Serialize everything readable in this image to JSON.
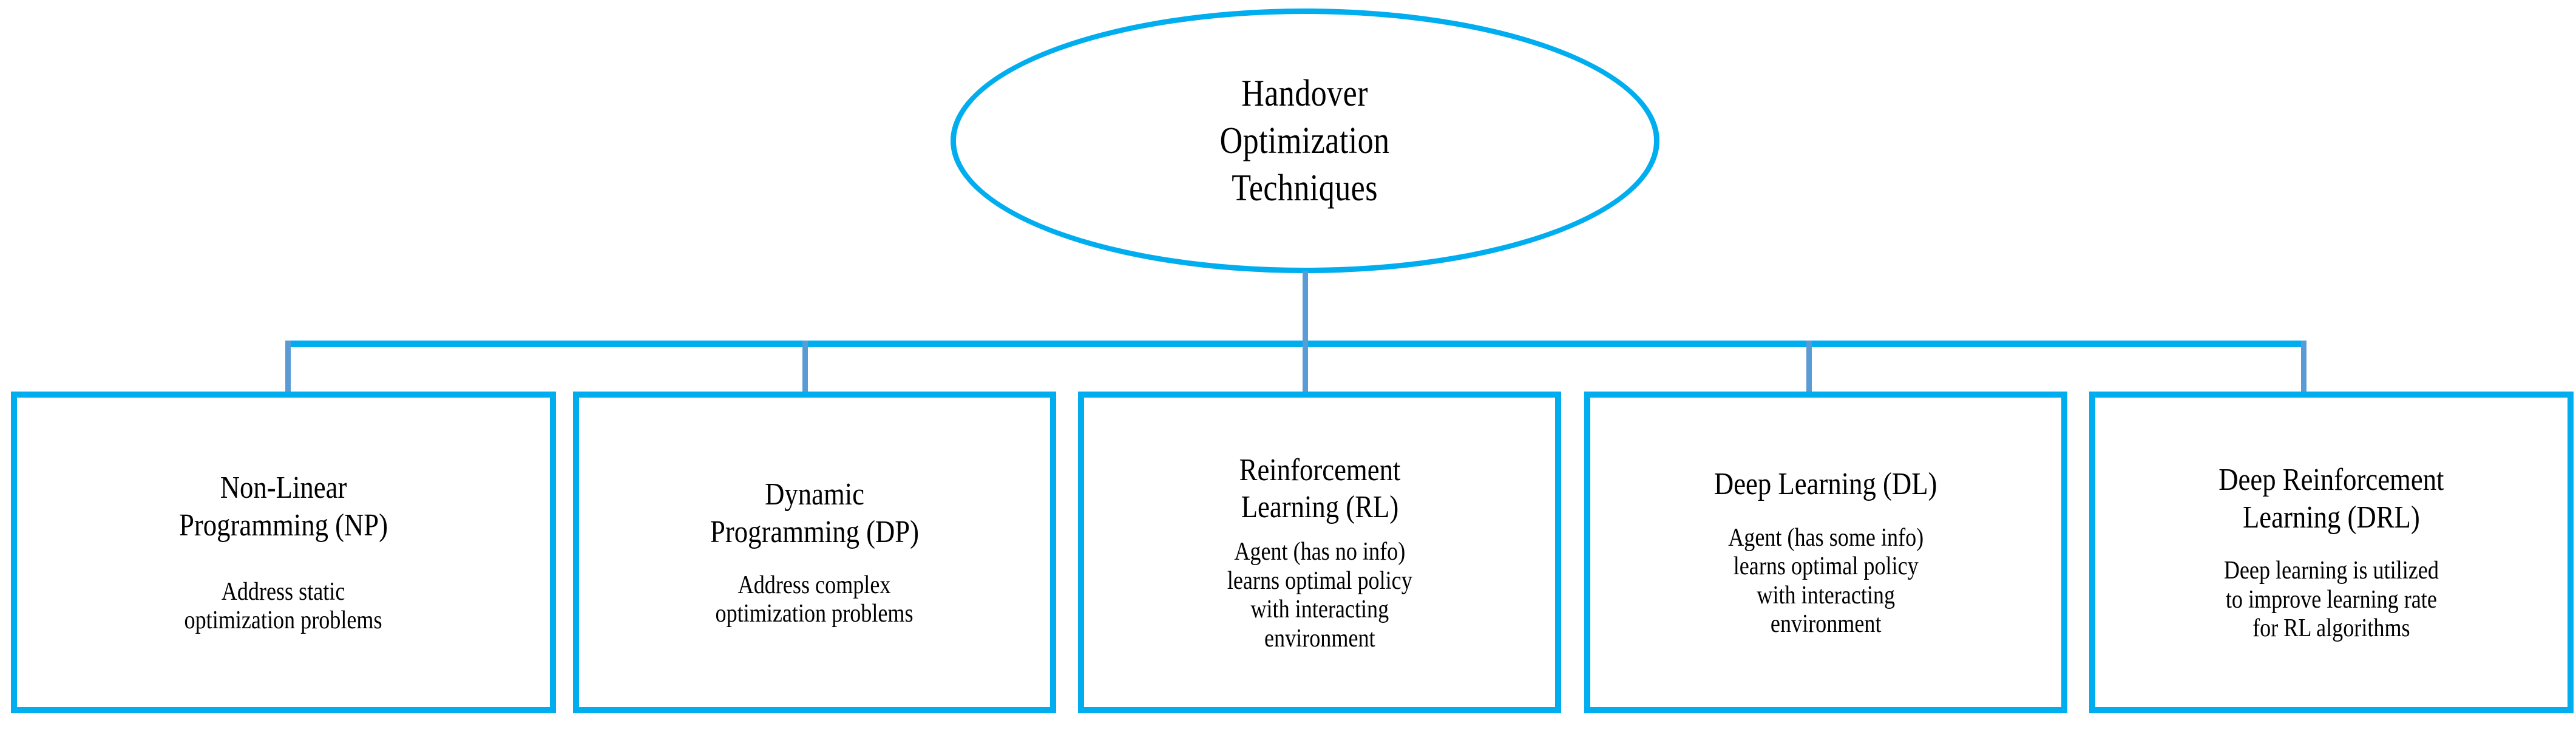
{
  "diagram": {
    "title": "Handover Optimization Techniques",
    "type": "tree-hierarchy",
    "colors": {
      "node_stroke": "#00AEEF",
      "connector_vertical": "#5B9BD5",
      "connector_horizontal": "#00AEEF",
      "text": "#000000",
      "background": "#FFFFFF"
    },
    "root": {
      "shape": "ellipse",
      "label": "Handover\nOptimization\nTechniques"
    },
    "children": [
      {
        "id": "np",
        "shape": "rectangle",
        "title": "Non-Linear\nProgramming (NP)",
        "body": "Address static\noptimization problems"
      },
      {
        "id": "dp",
        "shape": "rectangle",
        "title": "Dynamic\nProgramming (DP)",
        "body": "Address complex\noptimization problems"
      },
      {
        "id": "rl",
        "shape": "rectangle",
        "title": "Reinforcement\nLearning (RL)",
        "body": "Agent (has no info)\nlearns optimal policy\nwith interacting\nenvironment"
      },
      {
        "id": "dl",
        "shape": "rectangle",
        "title": "Deep Learning (DL)",
        "body": "Agent (has some info)\nlearns optimal policy\nwith interacting\nenvironment"
      },
      {
        "id": "drl",
        "shape": "rectangle",
        "title": "Deep Reinforcement\nLearning (DRL)",
        "body": "Deep learning is utilized\nto improve learning rate\nfor RL algorithms"
      }
    ]
  }
}
